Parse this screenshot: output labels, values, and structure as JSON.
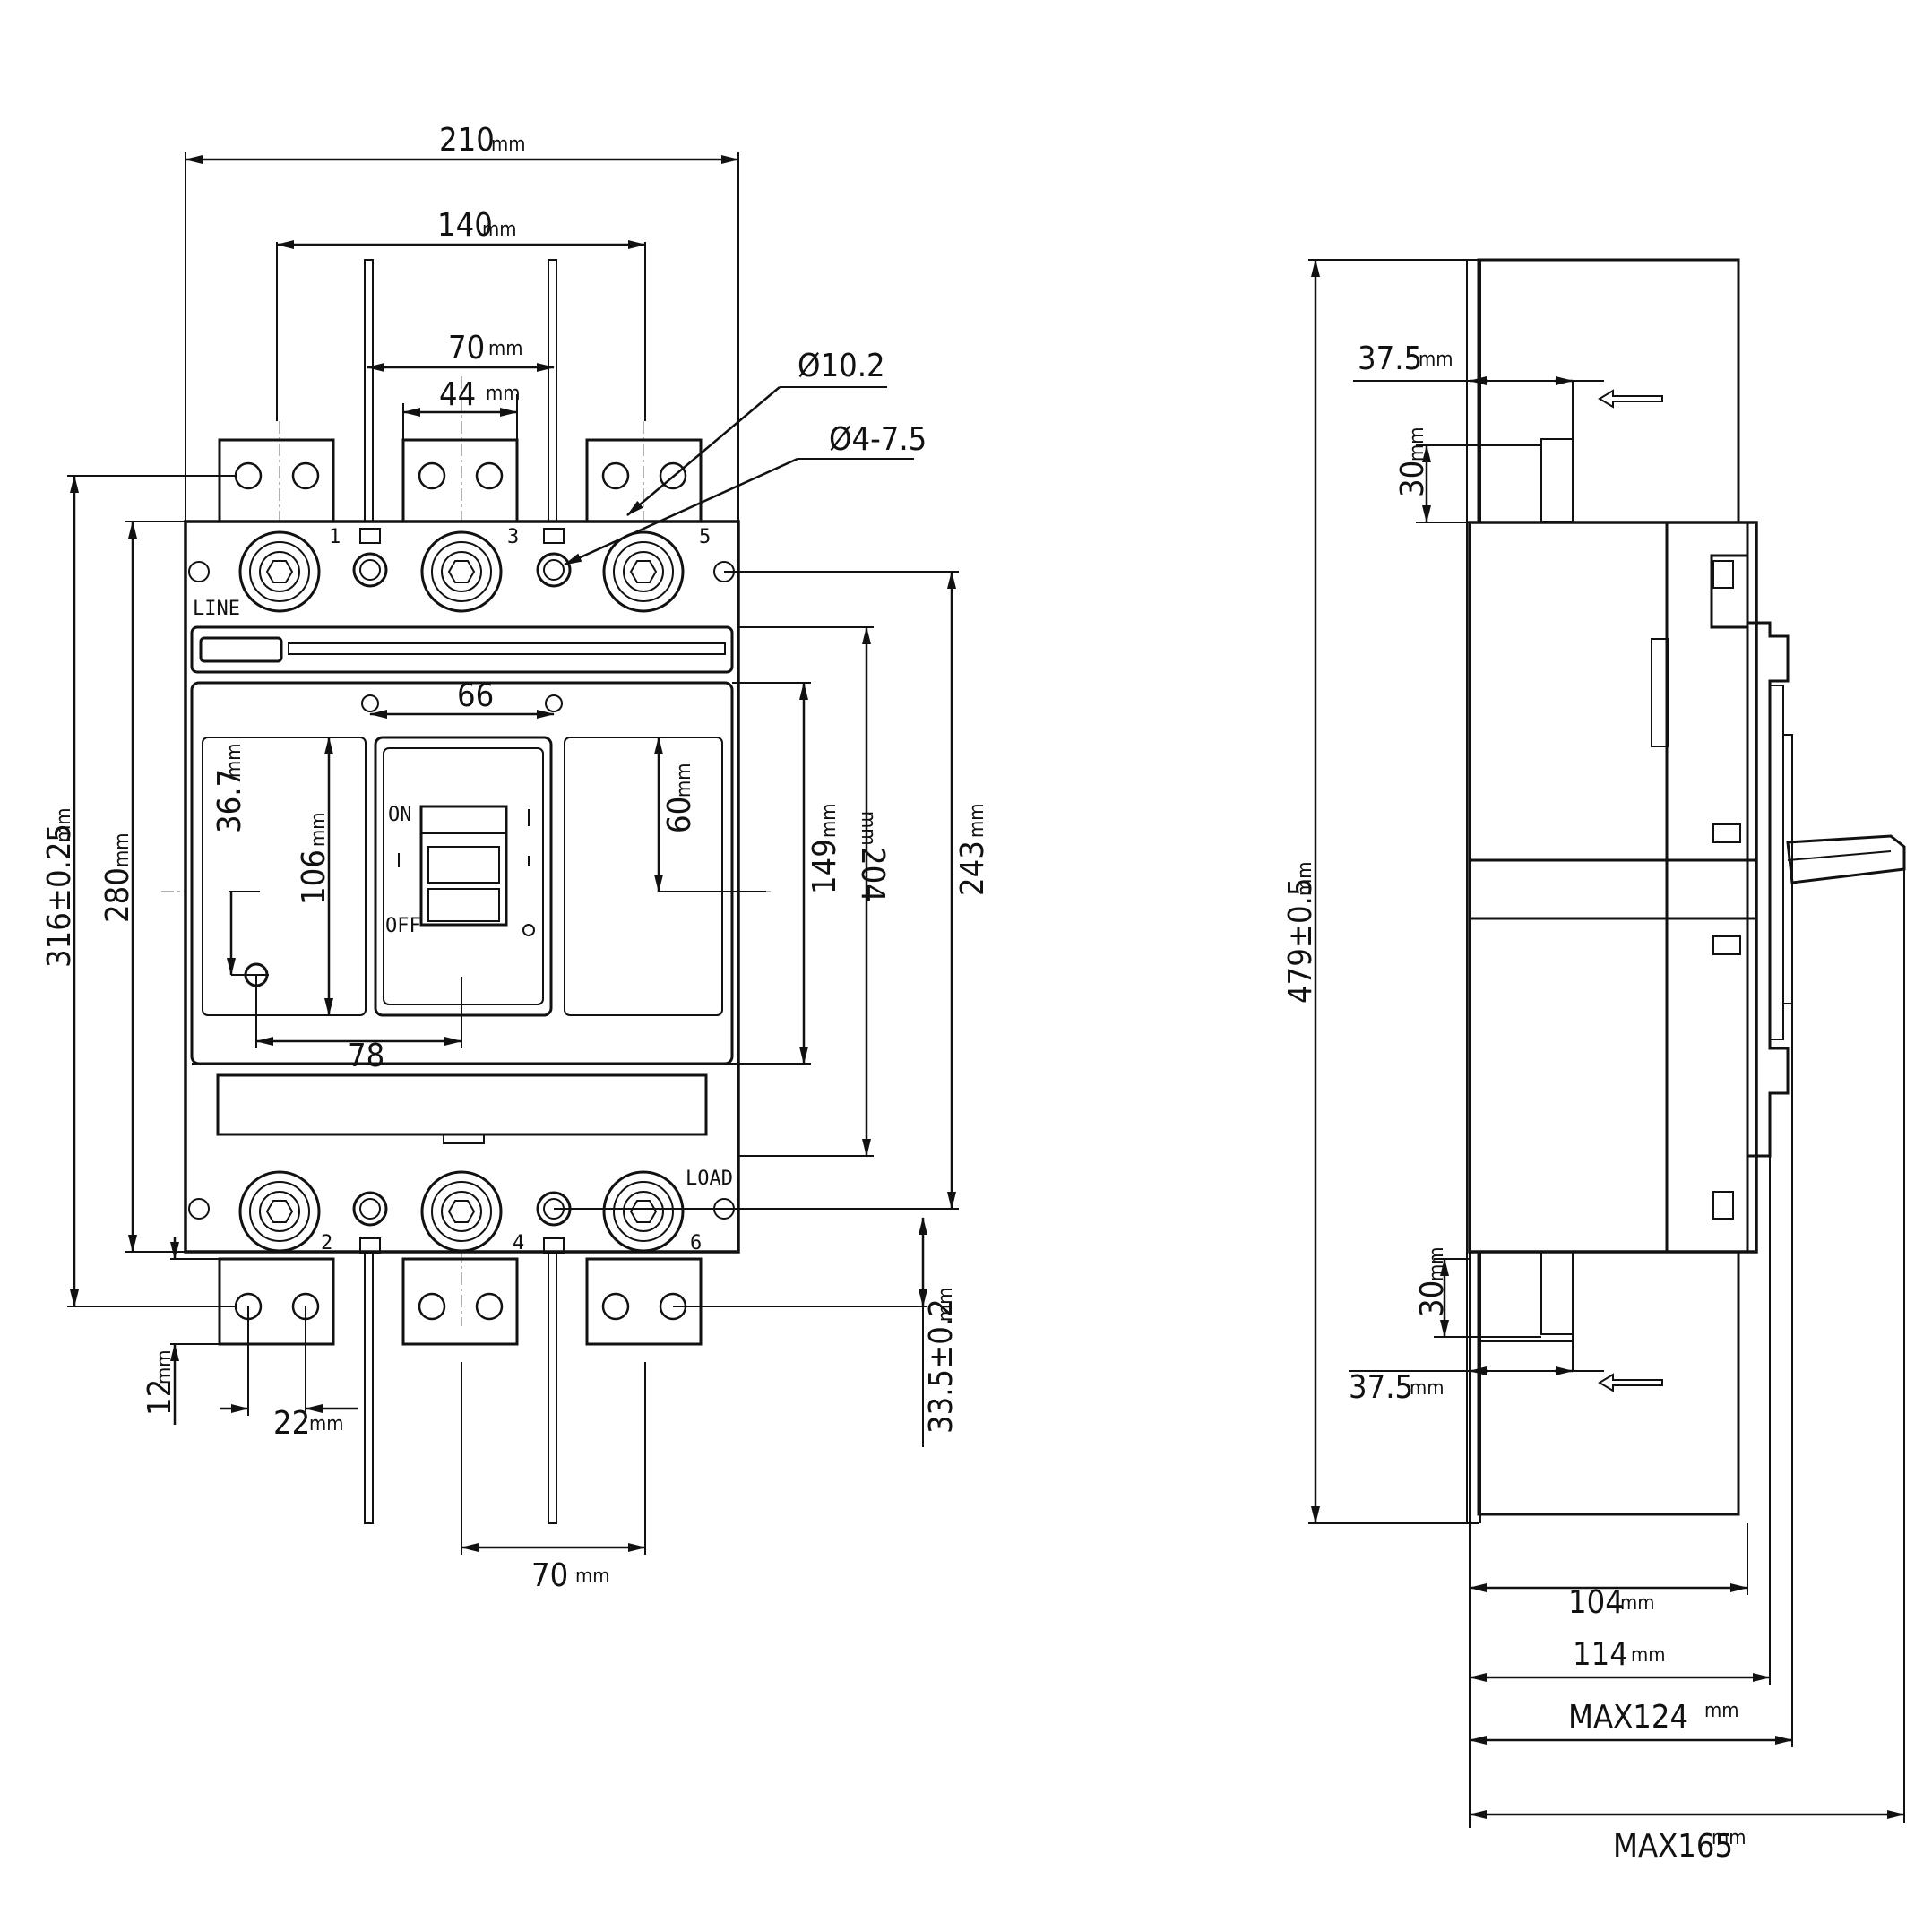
{
  "front_view": {
    "width_overall": "210",
    "bus_pitch_outer": "140",
    "bus_pitch_inner": "70",
    "bar_width": "44",
    "terminal_hole_dia": "Ø10.2",
    "mount_hole_dia": "Ø4-7.5",
    "height_total": "316±0.25",
    "height_body": "280",
    "height_243": "243",
    "height_204": "204",
    "height_149": "149",
    "handle_travel": "106",
    "handle_to_center": "60",
    "handle_offset_v": "36.7",
    "handle_offset_h": "78",
    "cover_screw_pitch": "66",
    "bottom_offset": "12",
    "bottom_hole_pitch": "22",
    "mount_to_hole": "33.5±0.2",
    "bottom_bus_pitch": "70",
    "unit": "mm",
    "label_line": "LINE",
    "label_load": "LOAD",
    "label_on": "ON",
    "label_off": "OFF",
    "terminals_top": [
      "1",
      "3",
      "5"
    ],
    "terminals_bottom": [
      "2",
      "4",
      "6"
    ]
  },
  "side_view": {
    "height_total": "479±0.5",
    "bar_overlap_top": "37.5",
    "bar_thickness_top": "30",
    "bar_thickness_bottom": "30",
    "bar_overlap_bottom": "37.5",
    "depth_104": "104",
    "depth_114": "114",
    "depth_max124": "MAX124",
    "depth_max165": "MAX165",
    "unit": "mm"
  }
}
